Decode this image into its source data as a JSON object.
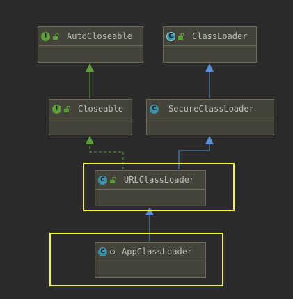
{
  "nodes": {
    "autocloseable": {
      "label": "AutoCloseable",
      "kind": "interface"
    },
    "classloader": {
      "label": "ClassLoader",
      "kind": "abstract class"
    },
    "closeable": {
      "label": "Closeable",
      "kind": "interface"
    },
    "secureclassloader": {
      "label": "SecureClassLoader",
      "kind": "class"
    },
    "urlclassloader": {
      "label": "URLClassLoader",
      "kind": "class"
    },
    "appclassloader": {
      "label": "AppClassLoader",
      "kind": "class"
    }
  },
  "badges": {
    "interface": "I",
    "class": "C"
  },
  "colors": {
    "background": "#2b2b2b",
    "node_fill": "#45443a",
    "extends_edge": "#5b8fd6",
    "implements_edge": "#5f9f3b",
    "highlight": "#f3f339"
  },
  "edges": [
    {
      "from": "closeable",
      "to": "autocloseable",
      "type": "extends"
    },
    {
      "from": "secureclassloader",
      "to": "classloader",
      "type": "extends"
    },
    {
      "from": "urlclassloader",
      "to": "closeable",
      "type": "implements"
    },
    {
      "from": "urlclassloader",
      "to": "secureclassloader",
      "type": "extends"
    },
    {
      "from": "appclassloader",
      "to": "urlclassloader",
      "type": "extends"
    }
  ],
  "highlighted": [
    "urlclassloader",
    "appclassloader"
  ]
}
